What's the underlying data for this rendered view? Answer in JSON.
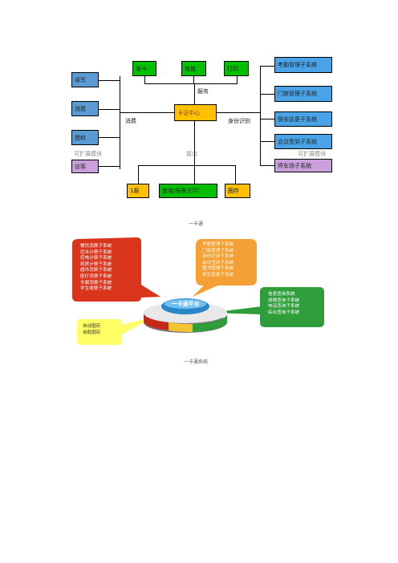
{
  "diagram1": {
    "top_boxes": [
      "发卡",
      "充值",
      "打印"
    ],
    "left_boxes": [
      "读写",
      "消费",
      "授权"
    ],
    "left_bottom_box": "访客",
    "right_boxes": [
      "考勤管理子系统",
      "门禁管理子系统",
      "保安巡更子系统",
      "会议签到子系统",
      "停车场子系统"
    ],
    "center": "卡证中心",
    "label_service": "服务",
    "label_consume": "消费",
    "label_identity": "身份识别",
    "label_left_ext": "可扩展模块",
    "label_interface": "接口",
    "label_right_ext": "可扩展模块",
    "bottom_boxes": [
      "1报",
      "查询/报表/打印",
      "圈存"
    ],
    "caption": "一卡通"
  },
  "diagram2": {
    "left_bubble": [
      "餐饮消费子系统",
      "控水计费子系统",
      "控电计费子系统",
      "机房计费子系统",
      "超市消费子系统",
      "医疗消费子系统",
      "车载消费子系统",
      "学生收费子系统"
    ],
    "top_bubble": [
      "考勤管理子系统",
      "门禁管理子系统",
      "身份识别子系统",
      "会议签到子系统",
      "图书管理子系统",
      "保安巡更子系统"
    ],
    "right_bubble": [
      "信息查询系统",
      "成绩查询子系统",
      "电话查询子系统",
      "综合查询子系统"
    ],
    "bottom_left_bubble": [
      "自动圈存",
      "自助圈存"
    ],
    "platform": "一卡通平台",
    "caption": "一卡通系统"
  },
  "colors": {
    "top_green": "#00c000",
    "left_blue": "#5b9bd5",
    "right_blue": "#4aa3e6",
    "center_orange": "#ffc000",
    "visitor_purple": "#c9a0dc",
    "parking_purple": "#c9a0dc",
    "bubble_red": "#d9341c",
    "bubble_orange": "#f5a035",
    "bubble_green": "#2f9e3a",
    "bubble_yellow": "#ffff66"
  }
}
